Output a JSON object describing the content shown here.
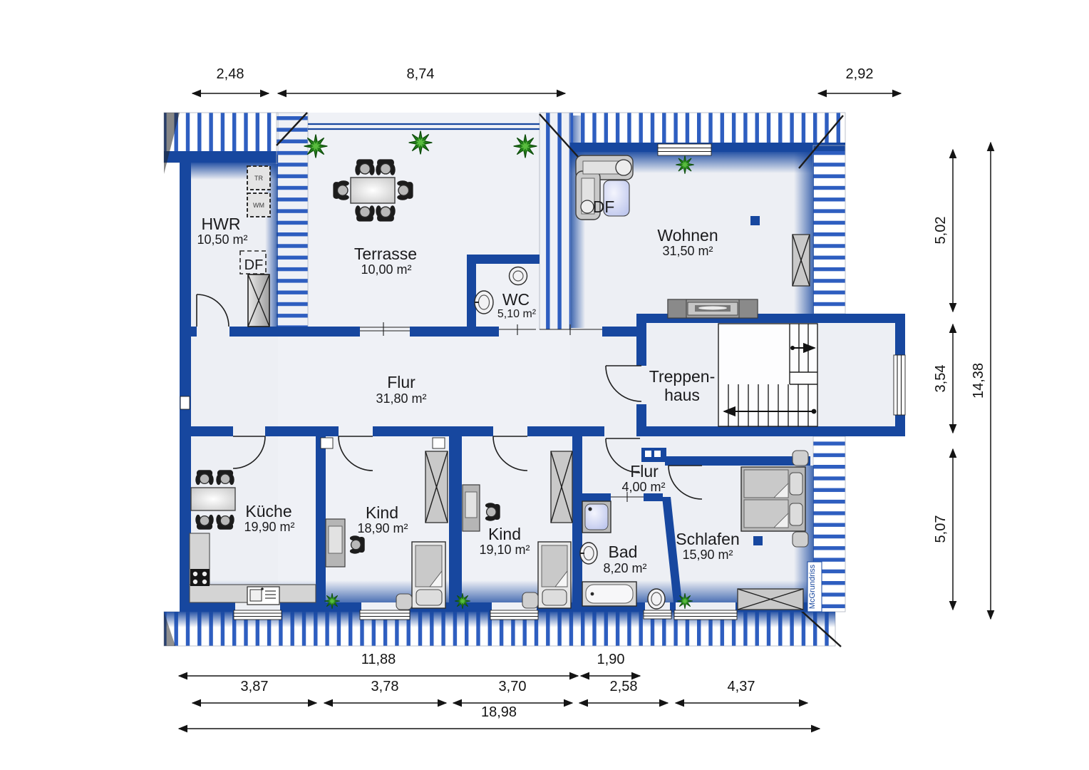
{
  "plan": {
    "watermark": "McGrundriss",
    "rooms": {
      "hwr": {
        "name": "HWR",
        "area": "10,50 m²"
      },
      "terrasse": {
        "name": "Terrasse",
        "area": "10,00 m²"
      },
      "wc": {
        "name": "WC",
        "area": "5,10 m²"
      },
      "wohnen": {
        "name": "Wohnen",
        "area": "31,50 m²"
      },
      "flur": {
        "name": "Flur",
        "area": "31,80 m²"
      },
      "treppenhaus": {
        "name_line1": "Treppen-",
        "name_line2": "haus"
      },
      "kueche": {
        "name": "Küche",
        "area": "19,90 m²"
      },
      "kind1": {
        "name": "Kind",
        "area": "18,90 m²"
      },
      "kind2": {
        "name": "Kind",
        "area": "19,10 m²"
      },
      "flur2": {
        "name": "Flur",
        "area": "4,00 m²"
      },
      "bad": {
        "name": "Bad",
        "area": "8,20 m²"
      },
      "schlafen": {
        "name": "Schlafen",
        "area": "15,90 m²"
      }
    },
    "labels": {
      "tr": "TR",
      "wm": "WM",
      "df_hwr": "DF",
      "df_wohnen": "DF"
    },
    "dimensions": {
      "top": [
        "2,48",
        "8,74",
        "2,92"
      ],
      "right": [
        "5,02",
        "3,54",
        "5,07"
      ],
      "right_total": "14,38",
      "bottom_upper": [
        "11,88",
        "1,90"
      ],
      "bottom_mid": [
        "3,87",
        "3,78",
        "3,70",
        "2,58",
        "4,37"
      ],
      "bottom_total": "18,98"
    },
    "colors": {
      "wall_blue": "#17479f",
      "stripe_blue": "#2e5ec0",
      "floor": "#edeff4",
      "furniture_gray": "#c9c9c9",
      "plant_green": "#23821a",
      "accent_square": "#17479f"
    }
  }
}
